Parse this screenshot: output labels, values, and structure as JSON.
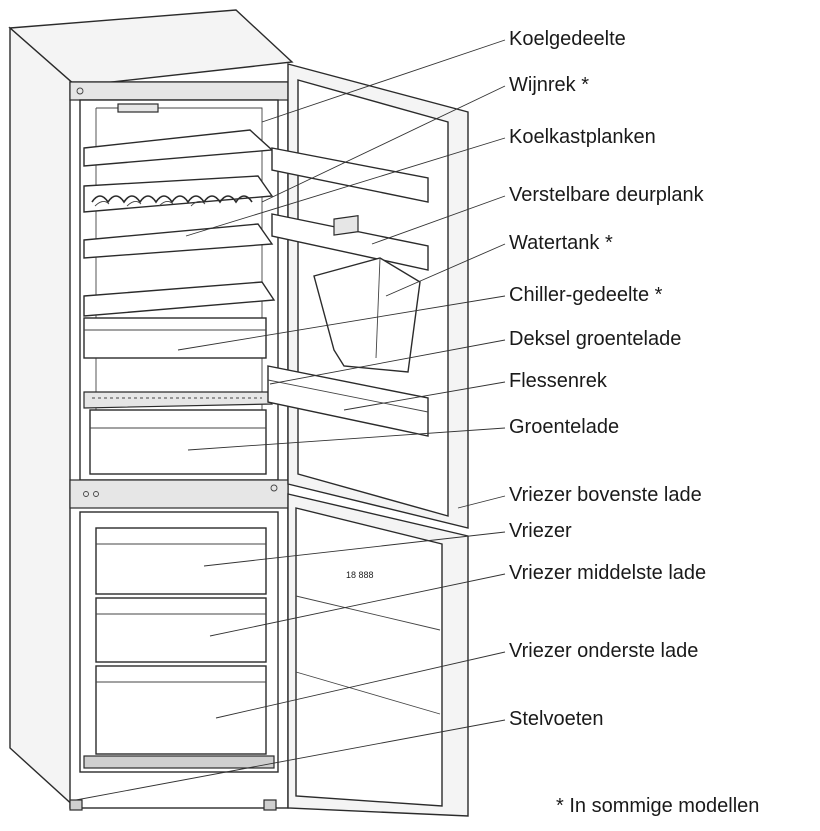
{
  "labels": [
    "Koelgedeelte",
    "Wijnrek *",
    "Koelkastplanken",
    "Verstelbare deurplank",
    "Watertank *",
    "Chiller-gedeelte *",
    "Deksel groentelade",
    "Flessenrek",
    "Groentelade",
    "Vriezer bovenste lade",
    "Vriezer",
    "Vriezer middelste lade",
    "Vriezer onderste lade",
    "Stelvoeten"
  ],
  "footnote": "* In sommige modellen",
  "display_text": "18 888"
}
